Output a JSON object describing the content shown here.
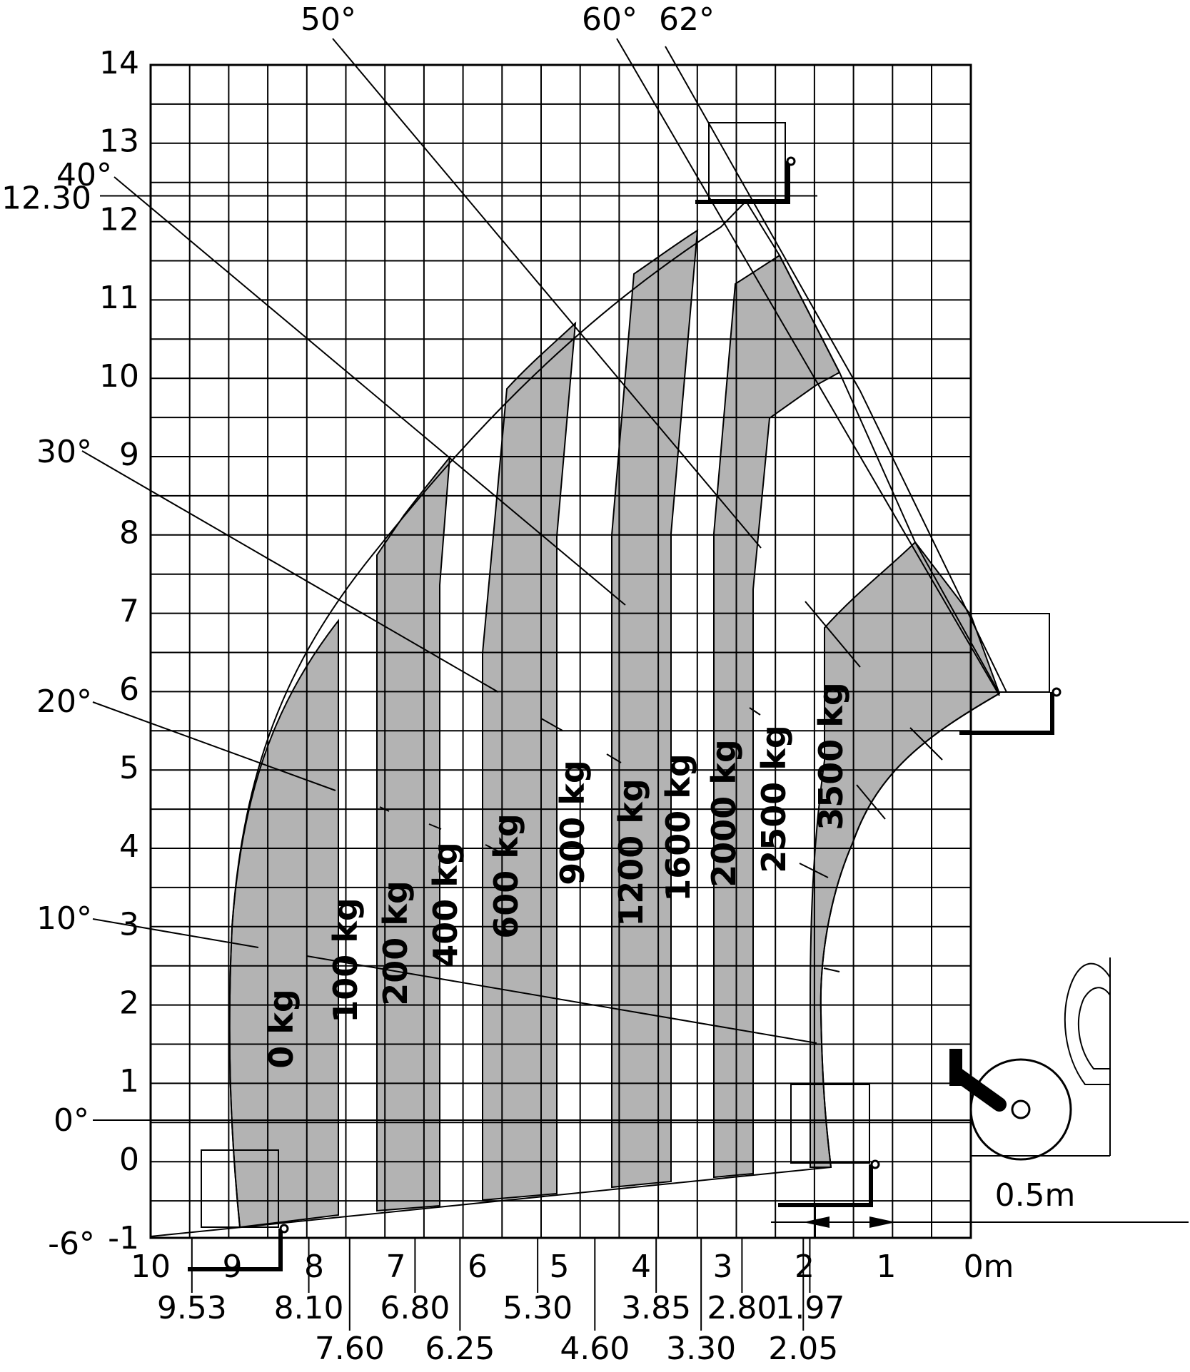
{
  "chart_data": {
    "type": "area",
    "title": "",
    "xlabel": "",
    "ylabel": "",
    "x_axis": {
      "range": [
        10.5,
        0
      ],
      "unit_label": "0m",
      "ticks": [
        "10",
        "9",
        "8",
        "7",
        "6",
        "5",
        "4",
        "3",
        "2",
        "1"
      ]
    },
    "y_axis": {
      "range": [
        -1,
        14
      ],
      "ticks": [
        "14",
        "13",
        "12",
        "11",
        "10",
        "9",
        "8",
        "7",
        "6",
        "5",
        "4",
        "3",
        "2",
        "1",
        "0",
        "-1"
      ],
      "special_label": "12.30"
    },
    "boom_angles": [
      {
        "label": "62°"
      },
      {
        "label": "60°"
      },
      {
        "label": "50°"
      },
      {
        "label": "40°"
      },
      {
        "label": "30°"
      },
      {
        "label": "20°"
      },
      {
        "label": "10°"
      },
      {
        "label": "0°"
      },
      {
        "label": "-6°"
      }
    ],
    "load_zones": [
      {
        "name": "0 kg",
        "outreach_m": 9.53
      },
      {
        "name": "100 kg",
        "outreach_m": 8.1
      },
      {
        "name": "200 kg",
        "outreach_m": 7.6
      },
      {
        "name": "400 kg",
        "outreach_m": 6.8
      },
      {
        "name": "600 kg",
        "outreach_m": 6.25
      },
      {
        "name": "900 kg",
        "outreach_m": 5.3
      },
      {
        "name": "1200 kg",
        "outreach_m": 4.6
      },
      {
        "name": "1600 kg",
        "outreach_m": 3.85
      },
      {
        "name": "2000 kg",
        "outreach_m": 3.3
      },
      {
        "name": "2500 kg",
        "outreach_m": 2.8
      },
      {
        "name": "3500 kg",
        "outreach_m": 2.05
      }
    ],
    "reach_labels": {
      "row1": [
        "9.53",
        "8.10",
        "6.80",
        "5.30",
        "3.85",
        "2.80",
        "1.97"
      ],
      "row2": [
        "7.60",
        "6.25",
        "4.60",
        "3.30",
        "2.05"
      ]
    },
    "max_height_m": 12.3,
    "annotation": "0.5m",
    "grid": true,
    "colors": {
      "shaded": "#b3b3b3",
      "line": "#000000",
      "background": "#ffffff"
    }
  }
}
